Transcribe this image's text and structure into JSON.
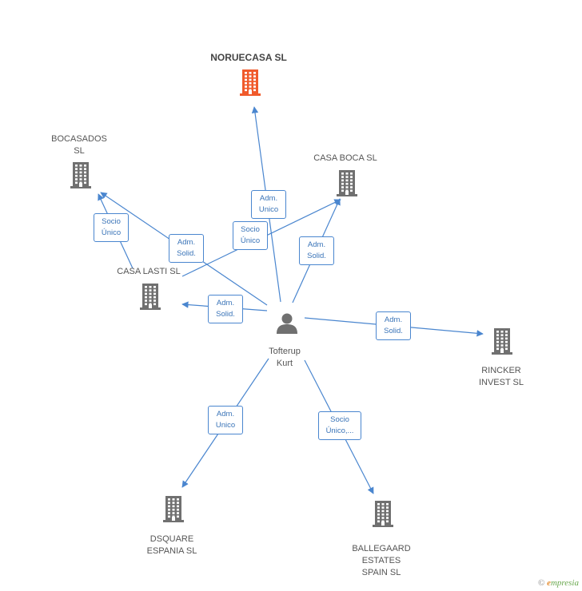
{
  "nodes": [
    {
      "id": "noruecasa",
      "label": "NORUECASA SL",
      "type": "company",
      "highlight": true
    },
    {
      "id": "bocasados",
      "label": "BOCASADOS\nSL",
      "type": "company"
    },
    {
      "id": "casaboca",
      "label": "CASA BOCA  SL",
      "type": "company"
    },
    {
      "id": "casalasti",
      "label": "CASA LASTI  SL",
      "type": "company"
    },
    {
      "id": "person",
      "label": "Tofterup\nKurt",
      "type": "person"
    },
    {
      "id": "rincker",
      "label": "RINCKER\nINVEST SL",
      "type": "company"
    },
    {
      "id": "dsquare",
      "label": "DSQUARE\nESPANIA  SL",
      "type": "company"
    },
    {
      "id": "ballegaard",
      "label": "BALLEGAARD\nESTATES\nSPAIN  SL",
      "type": "company"
    }
  ],
  "edges": [
    {
      "from": "person",
      "to": "noruecasa",
      "label": "Adm.\nUnico"
    },
    {
      "from": "casalasti",
      "to": "bocasados",
      "label": "Socio\nÚnico"
    },
    {
      "from": "person",
      "to": "bocasados",
      "label": "Adm.\nSolid."
    },
    {
      "from": "casalasti",
      "to": "casaboca",
      "label": "Socio\nÚnico"
    },
    {
      "from": "person",
      "to": "casaboca",
      "label": "Adm.\nSolid."
    },
    {
      "from": "person",
      "to": "casalasti",
      "label": "Adm.\nSolid."
    },
    {
      "from": "person",
      "to": "rincker",
      "label": "Adm.\nSolid."
    },
    {
      "from": "person",
      "to": "dsquare",
      "label": "Adm.\nUnico"
    },
    {
      "from": "person",
      "to": "ballegaard",
      "label": "Socio\nÚnico,..."
    }
  ],
  "colors": {
    "company": "#707070",
    "highlight": "#f05a2b",
    "person": "#707070",
    "edge": "#4a86cf"
  },
  "icons": {
    "company": "building-icon",
    "person": "person-icon",
    "copyright": "copyright-icon"
  },
  "footer": {
    "symbol": "©",
    "brand_initial": "e",
    "brand_rest": "mpresia"
  }
}
